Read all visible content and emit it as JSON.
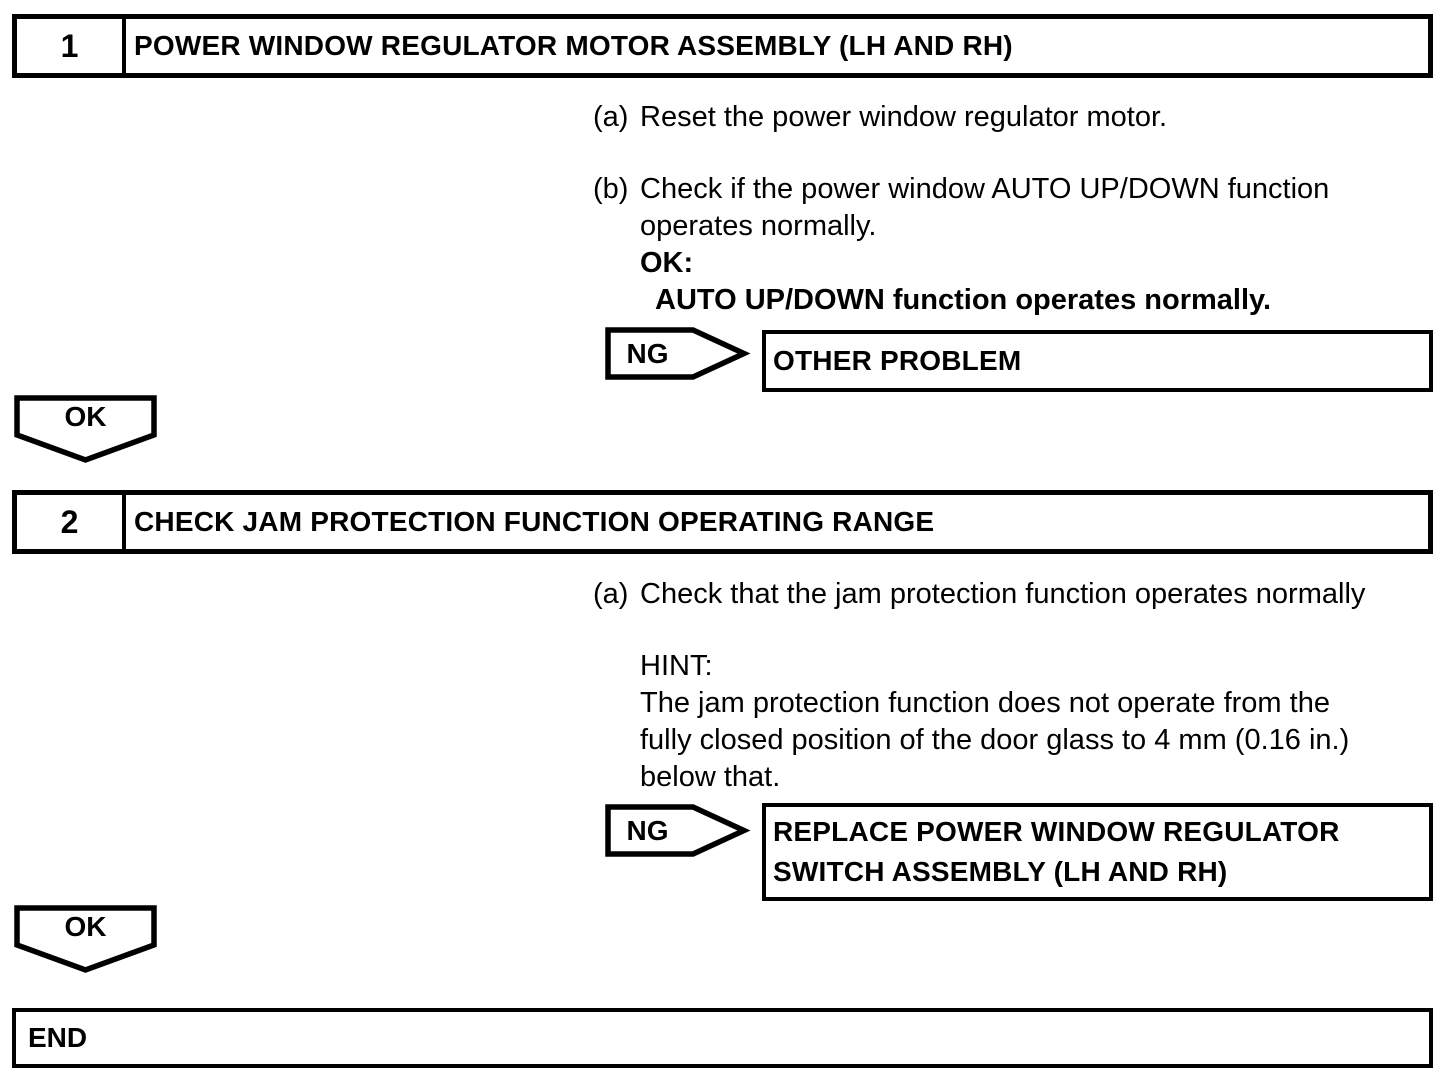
{
  "colors": {
    "ink": "#000000",
    "paper": "#ffffff"
  },
  "step1": {
    "number": "1",
    "title": "POWER WINDOW REGULATOR MOTOR ASSEMBLY (LH AND RH)",
    "item_a": {
      "label": "(a)",
      "text": "Reset the power window regulator motor."
    },
    "item_b": {
      "label": "(b)",
      "line1": "Check if the power window AUTO UP/DOWN function",
      "line2": "operates normally.",
      "ok_heading": "OK:",
      "ok_condition": "AUTO UP/DOWN function operates normally."
    },
    "ng": {
      "label": "NG",
      "result": "OTHER PROBLEM"
    },
    "ok": {
      "label": "OK"
    }
  },
  "step2": {
    "number": "2",
    "title": "CHECK JAM PROTECTION FUNCTION OPERATING RANGE",
    "item_a": {
      "label": "(a)",
      "text": "Check that the jam protection function operates normally"
    },
    "hint": {
      "label": "HINT:",
      "line1": "The jam protection function does not operate from the",
      "line2": "fully closed position of the door glass to 4 mm (0.16 in.)",
      "line3": "below that."
    },
    "ng": {
      "label": "NG",
      "result_line1": "REPLACE POWER WINDOW REGULATOR",
      "result_line2": "SWITCH ASSEMBLY (LH AND RH)"
    },
    "ok": {
      "label": "OK"
    }
  },
  "end": {
    "label": "END"
  }
}
